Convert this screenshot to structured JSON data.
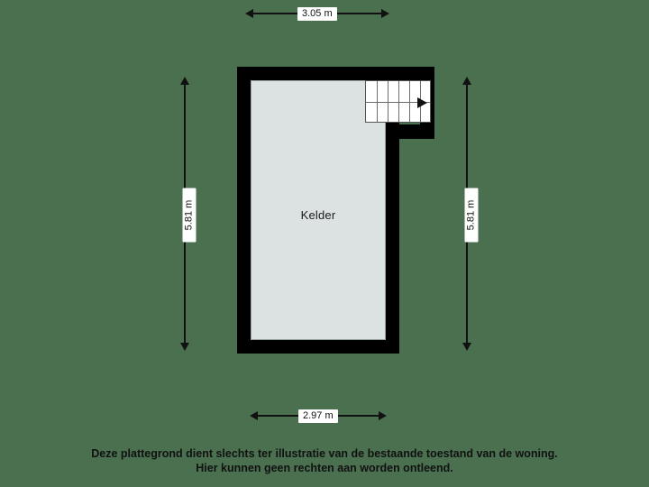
{
  "plan": {
    "title": "Kelder",
    "background_color": "#4a7050",
    "wall_color": "#000000",
    "floor_color": "#dce2e2",
    "room": {
      "label": "Kelder"
    },
    "stairs": {
      "name": "staircase",
      "tread_count": 6,
      "direction": "right"
    }
  },
  "dimensions": {
    "top": {
      "value": "3.05 m",
      "orientation": "horizontal",
      "position": "top"
    },
    "bottom": {
      "value": "2.97 m",
      "orientation": "horizontal",
      "position": "bottom"
    },
    "left": {
      "value": "5.81 m",
      "orientation": "vertical",
      "position": "left"
    },
    "right": {
      "value": "5.81 m",
      "orientation": "vertical",
      "position": "right"
    }
  },
  "footer": {
    "line1": "Deze plattegrond dient slechts ter illustratie van de bestaande toestand van de woning.",
    "line2": "Hier kunnen geen rechten aan worden ontleend."
  }
}
